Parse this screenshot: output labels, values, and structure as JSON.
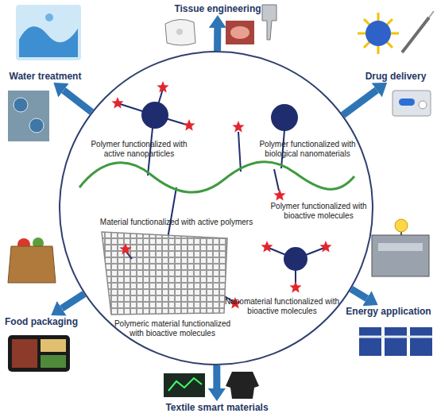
{
  "diagram": {
    "nodes": [
      {
        "text": [
          "Polymer functionalized with active nanoparticles",
          "Polymer functionalized with biological nanomaterials",
          "Material functionalized with active polymers",
          "Polymer functionalized with bioactive molecules",
          "Nanomaterial functionalized with bioactive molecules",
          "Polymeric material functionalized with bioactive molecules"
        ]
      },
      {
        "text": [
          "Tissue engineering"
        ]
      },
      {
        "text": [
          "Drug delivery"
        ]
      },
      {
        "text": [
          "Energy application"
        ]
      },
      {
        "text": [
          "Textile smart materials"
        ]
      },
      {
        "text": [
          "Food packaging"
        ]
      },
      {
        "text": [
          "Water treatment"
        ]
      }
    ],
    "edges": [
      {
        "from": 0,
        "to": 1,
        "arrow": "to"
      },
      {
        "from": 0,
        "to": 2,
        "arrow": "to"
      },
      {
        "from": 0,
        "to": 3,
        "arrow": "to"
      },
      {
        "from": 0,
        "to": 4,
        "arrow": "to"
      },
      {
        "from": 0,
        "to": 5,
        "arrow": "to"
      },
      {
        "from": 0,
        "to": 6,
        "arrow": "to"
      }
    ]
  }
}
